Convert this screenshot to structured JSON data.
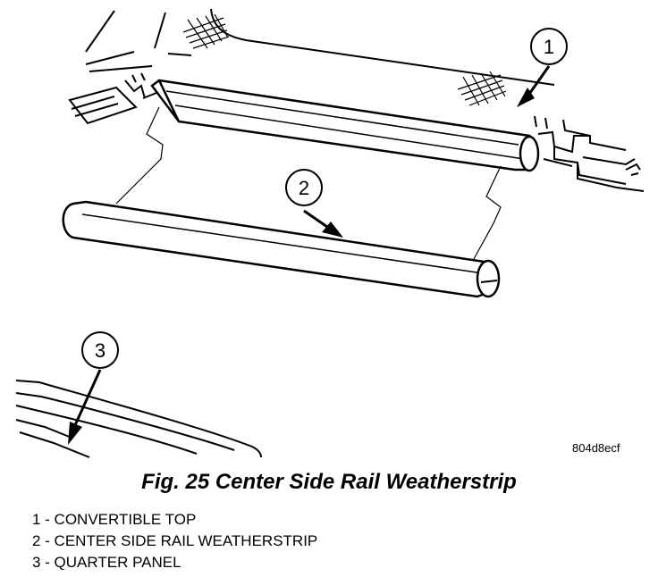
{
  "callouts": {
    "c1": "1",
    "c2": "2",
    "c3": "3"
  },
  "figure": {
    "code": "804d8ecf",
    "caption": "Fig. 25 Center Side Rail Weatherstrip"
  },
  "legend": [
    {
      "number": "1",
      "label": "1 - CONVERTIBLE TOP"
    },
    {
      "number": "2",
      "label": "2 - CENTER SIDE RAIL WEATHERSTRIP"
    },
    {
      "number": "3",
      "label": "3 - QUARTER PANEL"
    }
  ]
}
